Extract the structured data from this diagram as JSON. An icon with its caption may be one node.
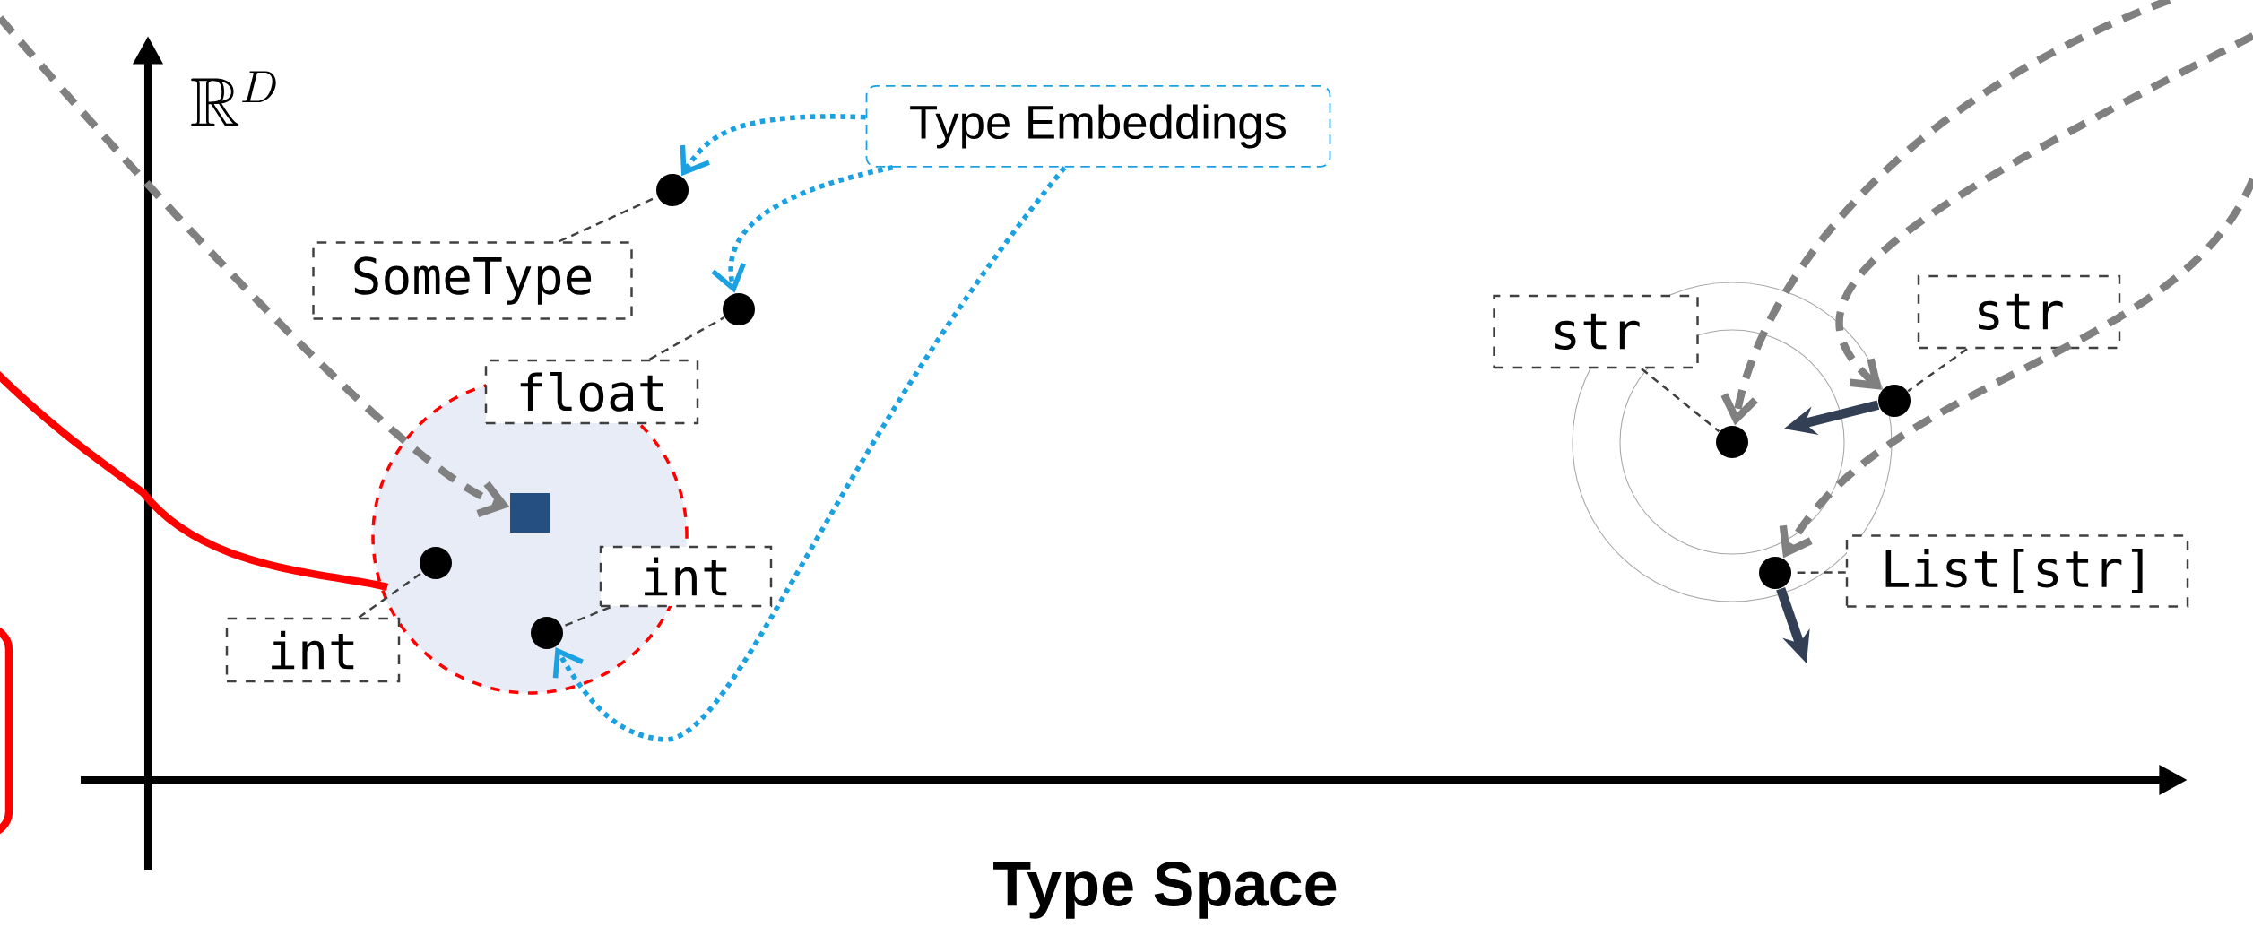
{
  "diagram": {
    "nodes": [
      {
        "text": [
          "Type Embeddings"
        ]
      },
      {
        "text": [
          "SomeType"
        ]
      },
      {
        "text": [
          "float"
        ]
      },
      {
        "text": [
          "int"
        ]
      },
      {
        "text": [
          "int"
        ]
      },
      {
        "text": [
          "str"
        ]
      },
      {
        "text": [
          "str"
        ]
      },
      {
        "text": [
          "List[str]"
        ]
      },
      {
        "text": [],
        "shape": "circle"
      },
      {
        "text": [],
        "shape": "circle"
      },
      {
        "text": [],
        "shape": "circle"
      },
      {
        "text": [],
        "shape": "circle"
      },
      {
        "text": [],
        "shape": "circle"
      },
      {
        "text": [],
        "shape": "circle"
      },
      {
        "text": [],
        "shape": "circle"
      },
      {
        "text": [],
        "shape": "box"
      }
    ],
    "edges": [
      {
        "from": 1,
        "to": 8,
        "arrow": "none",
        "style": "dashed"
      },
      {
        "from": 2,
        "to": 9,
        "arrow": "none",
        "style": "dashed"
      },
      {
        "from": 3,
        "to": 10,
        "arrow": "none",
        "style": "dashed"
      },
      {
        "from": 4,
        "to": 11,
        "arrow": "none",
        "style": "dashed"
      },
      {
        "from": 5,
        "to": 12,
        "arrow": "none",
        "style": "dashed"
      },
      {
        "from": 6,
        "to": 13,
        "arrow": "none",
        "style": "dashed"
      },
      {
        "from": 7,
        "to": 14,
        "arrow": "none",
        "style": "dashed"
      },
      {
        "from": 0,
        "to": 8,
        "arrow": "to",
        "style": "dashed",
        "color": "#1ba1e2"
      },
      {
        "from": 0,
        "to": 9,
        "arrow": "to",
        "style": "dashed",
        "color": "#1ba1e2"
      },
      {
        "from": 0,
        "to": 11,
        "arrow": "to",
        "style": "dashed",
        "color": "#1ba1e2"
      },
      {
        "from": null,
        "to": 15,
        "arrow": "to",
        "style": "dashed",
        "color": "#808080"
      },
      {
        "from": null,
        "to": 12,
        "arrow": "to",
        "style": "dashed",
        "color": "#808080"
      },
      {
        "from": null,
        "to": 13,
        "arrow": "to",
        "style": "dashed",
        "color": "#808080"
      },
      {
        "from": null,
        "to": 14,
        "arrow": "to",
        "style": "dashed",
        "color": "#808080"
      },
      {
        "from": 13,
        "to": null,
        "arrow": "to",
        "style": "thick",
        "color": "#333f55"
      },
      {
        "from": 14,
        "to": null,
        "arrow": "to",
        "style": "thick",
        "color": "#333f55"
      }
    ],
    "labels": [
      "\\mathbb{R}^{D}",
      "Type Space"
    ]
  }
}
